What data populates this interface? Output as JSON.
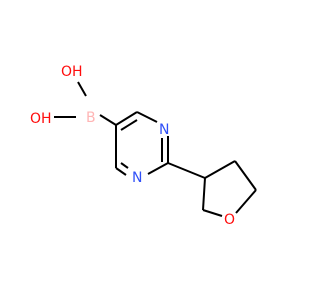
{
  "molecule": {
    "atoms": [
      {
        "id": "OH1",
        "label": "OH",
        "color": "#ff0d0d"
      },
      {
        "id": "OH2",
        "label": "OH",
        "color": "#ff0d0d"
      },
      {
        "id": "B",
        "label": "B",
        "color": "#ffb5b5"
      },
      {
        "id": "N1",
        "label": "N",
        "color": "#3050f8"
      },
      {
        "id": "N3",
        "label": "N",
        "color": "#3050f8"
      },
      {
        "id": "O",
        "label": "O",
        "color": "#ff0d0d"
      }
    ],
    "bond_color": "#000000"
  }
}
